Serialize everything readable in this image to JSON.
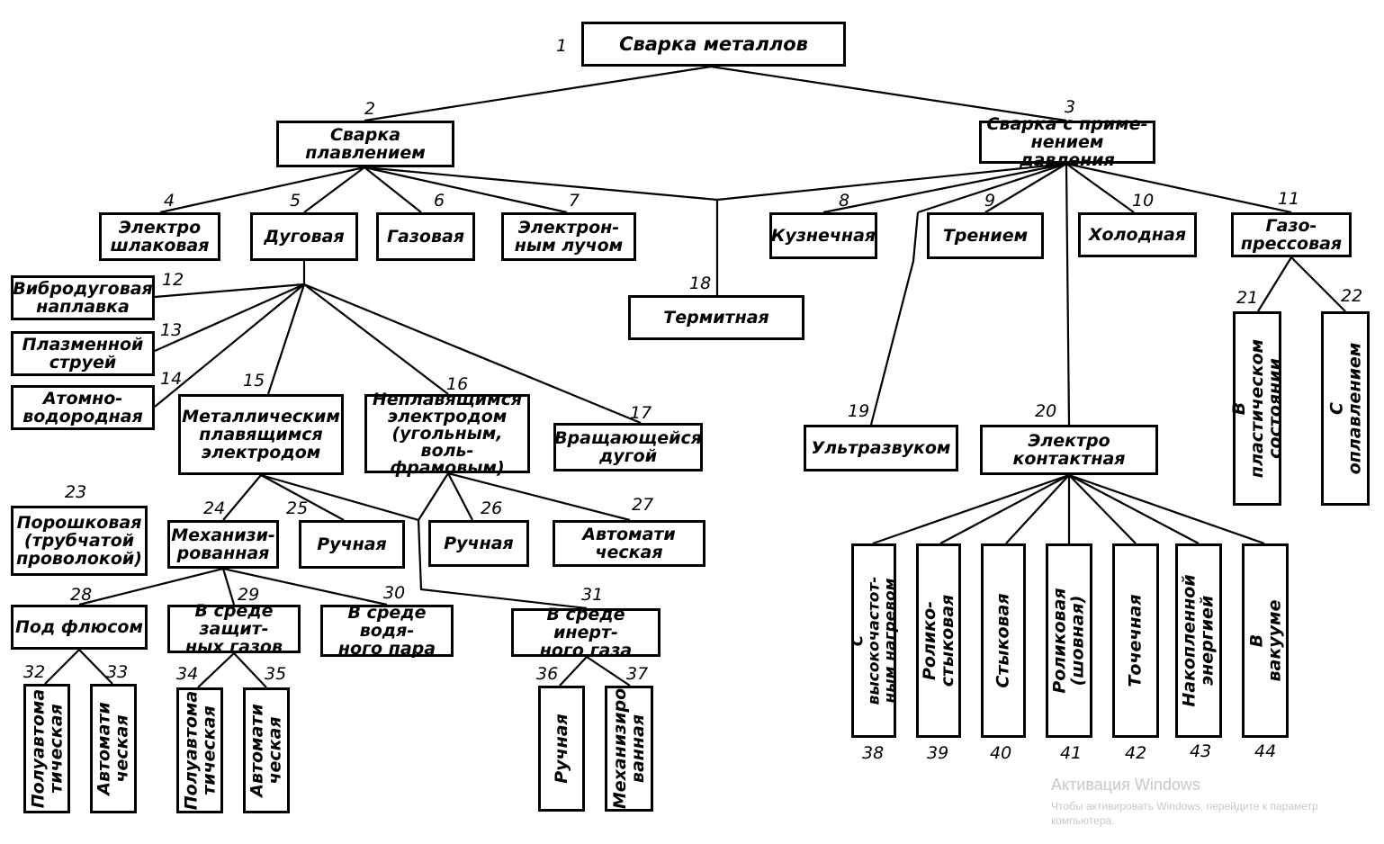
{
  "nodes": {
    "n1": {
      "num": "1",
      "label": "Сварка металлов"
    },
    "n2": {
      "num": "2",
      "label": "Сварка\nплавлением"
    },
    "n3": {
      "num": "3",
      "label": "Сварка с приме-\nнением давления"
    },
    "n4": {
      "num": "4",
      "label": "Электро\nшлаковая"
    },
    "n5": {
      "num": "5",
      "label": "Дуговая"
    },
    "n6": {
      "num": "6",
      "label": "Газовая"
    },
    "n7": {
      "num": "7",
      "label": "Электрон-\nным лучом"
    },
    "n8": {
      "num": "8",
      "label": "Кузнечная"
    },
    "n9": {
      "num": "9",
      "label": "Трением"
    },
    "n10": {
      "num": "10",
      "label": "Холодная"
    },
    "n11": {
      "num": "11",
      "label": "Газо-\nпрессовая"
    },
    "n12": {
      "num": "12",
      "label": "Вибродуговая\nнаплавка"
    },
    "n13": {
      "num": "13",
      "label": "Плазменной\nструей"
    },
    "n14": {
      "num": "14",
      "label": "Атомно-\nводородная"
    },
    "n15": {
      "num": "15",
      "label": "Металлическим\nплавящимся\nэлектродом"
    },
    "n16": {
      "num": "16",
      "label": "Неплавящимся\nэлектродом\n(угольным, воль-\nфрамовым)"
    },
    "n17": {
      "num": "17",
      "label": "Вращающейся\nдугой"
    },
    "n18": {
      "num": "18",
      "label": "Термитная"
    },
    "n19": {
      "num": "19",
      "label": "Ультразвуком"
    },
    "n20": {
      "num": "20",
      "label": "Электро\nконтактная"
    },
    "n21": {
      "num": "21",
      "label": "В пластическом\nсостоянии"
    },
    "n22": {
      "num": "22",
      "label": "С оплавлением"
    },
    "n23": {
      "num": "23",
      "label": "Порошковая\n(трубчатой\nпроволокой)"
    },
    "n24": {
      "num": "24",
      "label": "Механизи-\nрованная"
    },
    "n25": {
      "num": "25",
      "label": "Ручная"
    },
    "n26": {
      "num": "26",
      "label": "Ручная"
    },
    "n27": {
      "num": "27",
      "label": "Автомати\nческая"
    },
    "n28": {
      "num": "28",
      "label": "Под флюсом"
    },
    "n29": {
      "num": "29",
      "label": "В среде защит-\nных газов"
    },
    "n30": {
      "num": "30",
      "label": "В среде водя-\nного пара"
    },
    "n31": {
      "num": "31",
      "label": "В среде инерт-\nного газа"
    },
    "n32": {
      "num": "32",
      "label": "Полуавтома\nтическая"
    },
    "n33": {
      "num": "33",
      "label": "Автомати\nческая"
    },
    "n34": {
      "num": "34",
      "label": "Полуавтома\nтическая"
    },
    "n35": {
      "num": "35",
      "label": "Автомати\nческая"
    },
    "n36": {
      "num": "36",
      "label": "Ручная"
    },
    "n37": {
      "num": "37",
      "label": "Механизиро\nванная"
    },
    "n38": {
      "num": "38",
      "label": "С высокочастот-\nным нагревом"
    },
    "n39": {
      "num": "39",
      "label": "Ролико-стыковая"
    },
    "n40": {
      "num": "40",
      "label": "Стыковая"
    },
    "n41": {
      "num": "41",
      "label": "Роликовая (шовная)"
    },
    "n42": {
      "num": "42",
      "label": "Точечная"
    },
    "n43": {
      "num": "43",
      "label": "Накопленной\nэнергией"
    },
    "n44": {
      "num": "44",
      "label": "В вакууме"
    }
  },
  "watermark": {
    "title": "Активация Windows",
    "subtitle": "Чтобы активировать Windows, перейдите к параметр\nкомпьютера."
  }
}
